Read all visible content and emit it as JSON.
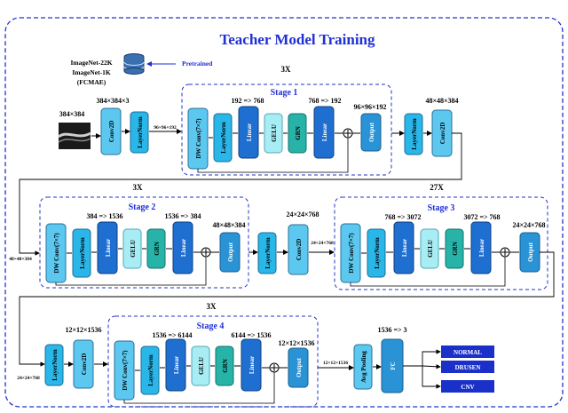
{
  "title": "Teacher Model Training",
  "pretrained": {
    "sources": [
      "ImageNet-22K",
      "ImageNet-1K",
      "(FCMAE)"
    ],
    "label": "Pretrained"
  },
  "input": {
    "size": "384×384"
  },
  "top_row": {
    "conv_dim": "384×384×3",
    "conv": "Conv2D",
    "layernorm": "LayerNorm",
    "mid_dim": "96×96×192",
    "after_dim": "48×48×384",
    "after_layernorm": "LayerNorm",
    "after_conv": "Conv2D"
  },
  "stage1": {
    "name": "Stage 1",
    "repeat": "3X",
    "expand": "192 => 768",
    "reduce": "768 => 192",
    "out_dim": "96×96×192",
    "blocks": [
      "DW Conv(7×7)",
      "LayerNorm",
      "Linear",
      "GELU",
      "GRN",
      "Linear",
      "Output"
    ]
  },
  "stage2": {
    "name": "Stage 2",
    "repeat": "3X",
    "expand": "384 => 1536",
    "reduce": "1536 => 384",
    "out_dim": "48×48×384",
    "blocks": [
      "DW Conv(7×7)",
      "LayerNorm",
      "Linear",
      "GELU",
      "GRN",
      "Linear",
      "Output"
    ]
  },
  "middle": {
    "in_dim": "48×48×384",
    "layernorm": "LayerNorm",
    "conv": "Conv2D",
    "conv_dim": "24×24×768",
    "out_dim": "24×24×768"
  },
  "stage3": {
    "name": "Stage 3",
    "repeat": "27X",
    "expand": "768 => 3072",
    "reduce": "3072 => 768",
    "out_dim": "24×24×768",
    "blocks": [
      "DW Conv(7×7)",
      "LayerNorm",
      "Linear",
      "GELU",
      "GRN",
      "Linear",
      "Output"
    ]
  },
  "bottom_row": {
    "in_dim": "24×24×768",
    "layernorm": "LayerNorm",
    "conv": "Conv2D",
    "conv_dim": "12×12×1536",
    "out_dim": "12×12×1536",
    "pool": "Avg Pooling",
    "fc_dim": "1536 => 3",
    "fc": "FC"
  },
  "stage4": {
    "name": "Stage 4",
    "repeat": "3X",
    "expand": "1536 => 6144",
    "reduce": "6144 => 1536",
    "out_dim": "12×12×1536",
    "blocks": [
      "DW Conv(7×7)",
      "LayerNorm",
      "Linear",
      "GELU",
      "GRN",
      "Linear",
      "Output"
    ]
  },
  "outputs": [
    "NORMAL",
    "DRUSEN",
    "CNV"
  ],
  "colors": {
    "frame": "#2233cc",
    "dwconv": "#5cc8f0",
    "layernorm": "#29b6e8",
    "linear": "#1f6fd1",
    "gelu": "#a8ecf4",
    "grn": "#27b3a8",
    "output": "#2a93d5",
    "class_box": "#1a30c8"
  }
}
